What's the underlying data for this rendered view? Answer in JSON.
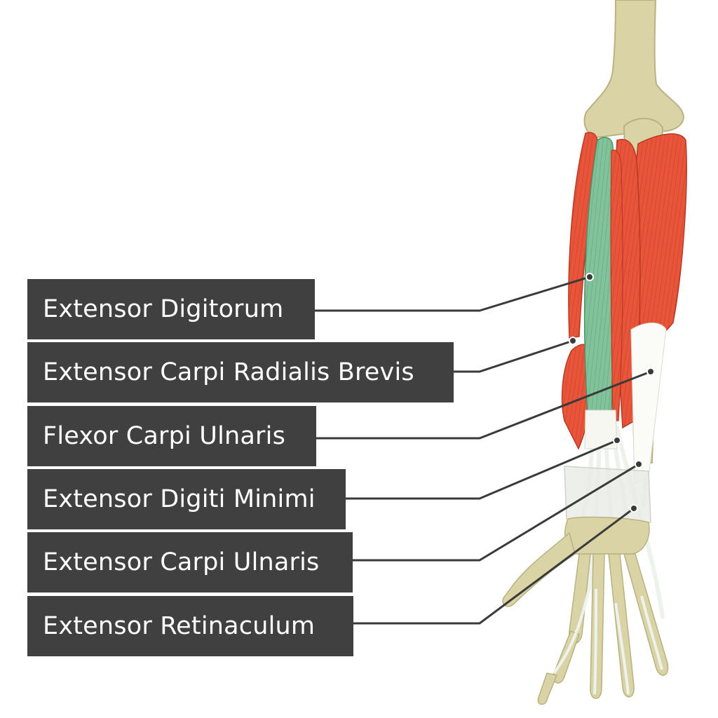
{
  "labels": [
    "Extensor Digitorum",
    "Extensor Carpi Radialis Brevis",
    "Flexor Carpi Ulnaris",
    "Extensor Digiti Minimi",
    "Extensor Carpi Ulnaris",
    "Extensor Retinaculum"
  ],
  "colors": {
    "label_background": "#404040",
    "label_text": "#ffffff",
    "bone": "#d9d3a5",
    "muscle": "#e8553a",
    "highlight_muscle": "#7fbf95",
    "tendon": "#eef2ec"
  }
}
